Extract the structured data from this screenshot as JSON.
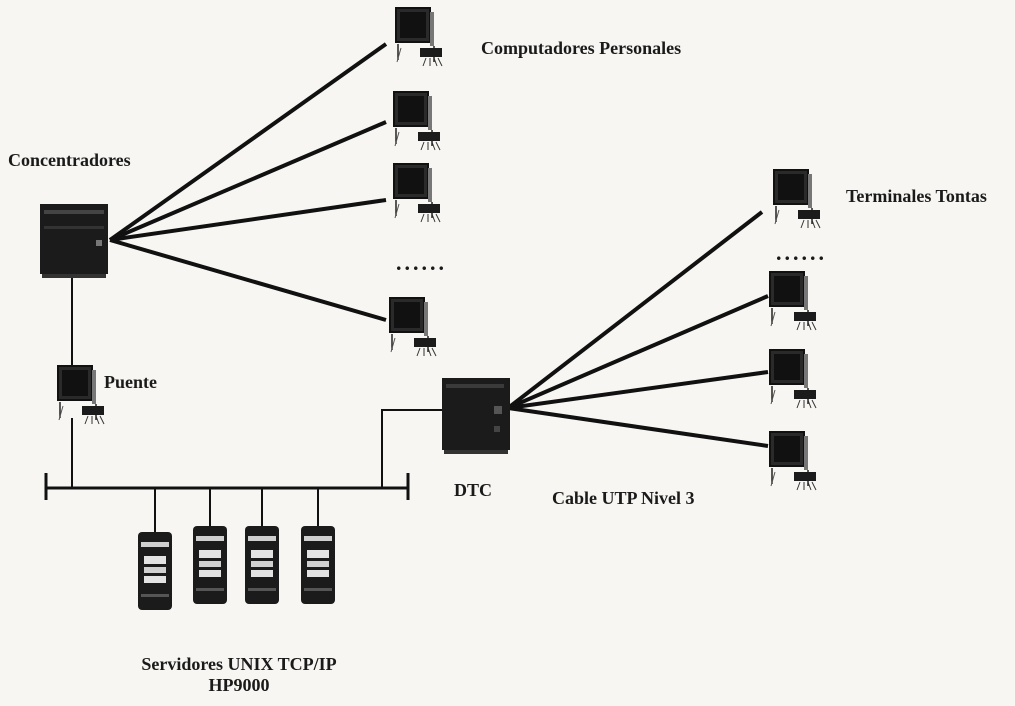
{
  "labels": {
    "pcs": "Computadores Personales",
    "hubs": "Concentradores",
    "terminals": "Terminales Tontas",
    "bridge": "Puente",
    "dtc": "DTC",
    "cable": "Cable UTP Nivel 3",
    "servers_line1": "Servidores UNIX TCP/IP",
    "servers_line2": "HP9000"
  },
  "ellipsis": "......",
  "colors": {
    "line": "#111111",
    "device_dark": "#1b1b1b",
    "screen": "#2a2a2a",
    "panel": "#d8d8d8",
    "background": "#f7f6f2"
  },
  "icons": {
    "pc": "computer-terminal-icon",
    "hub": "hub-icon",
    "dtc": "dtc-device-icon",
    "server": "server-tower-icon"
  }
}
